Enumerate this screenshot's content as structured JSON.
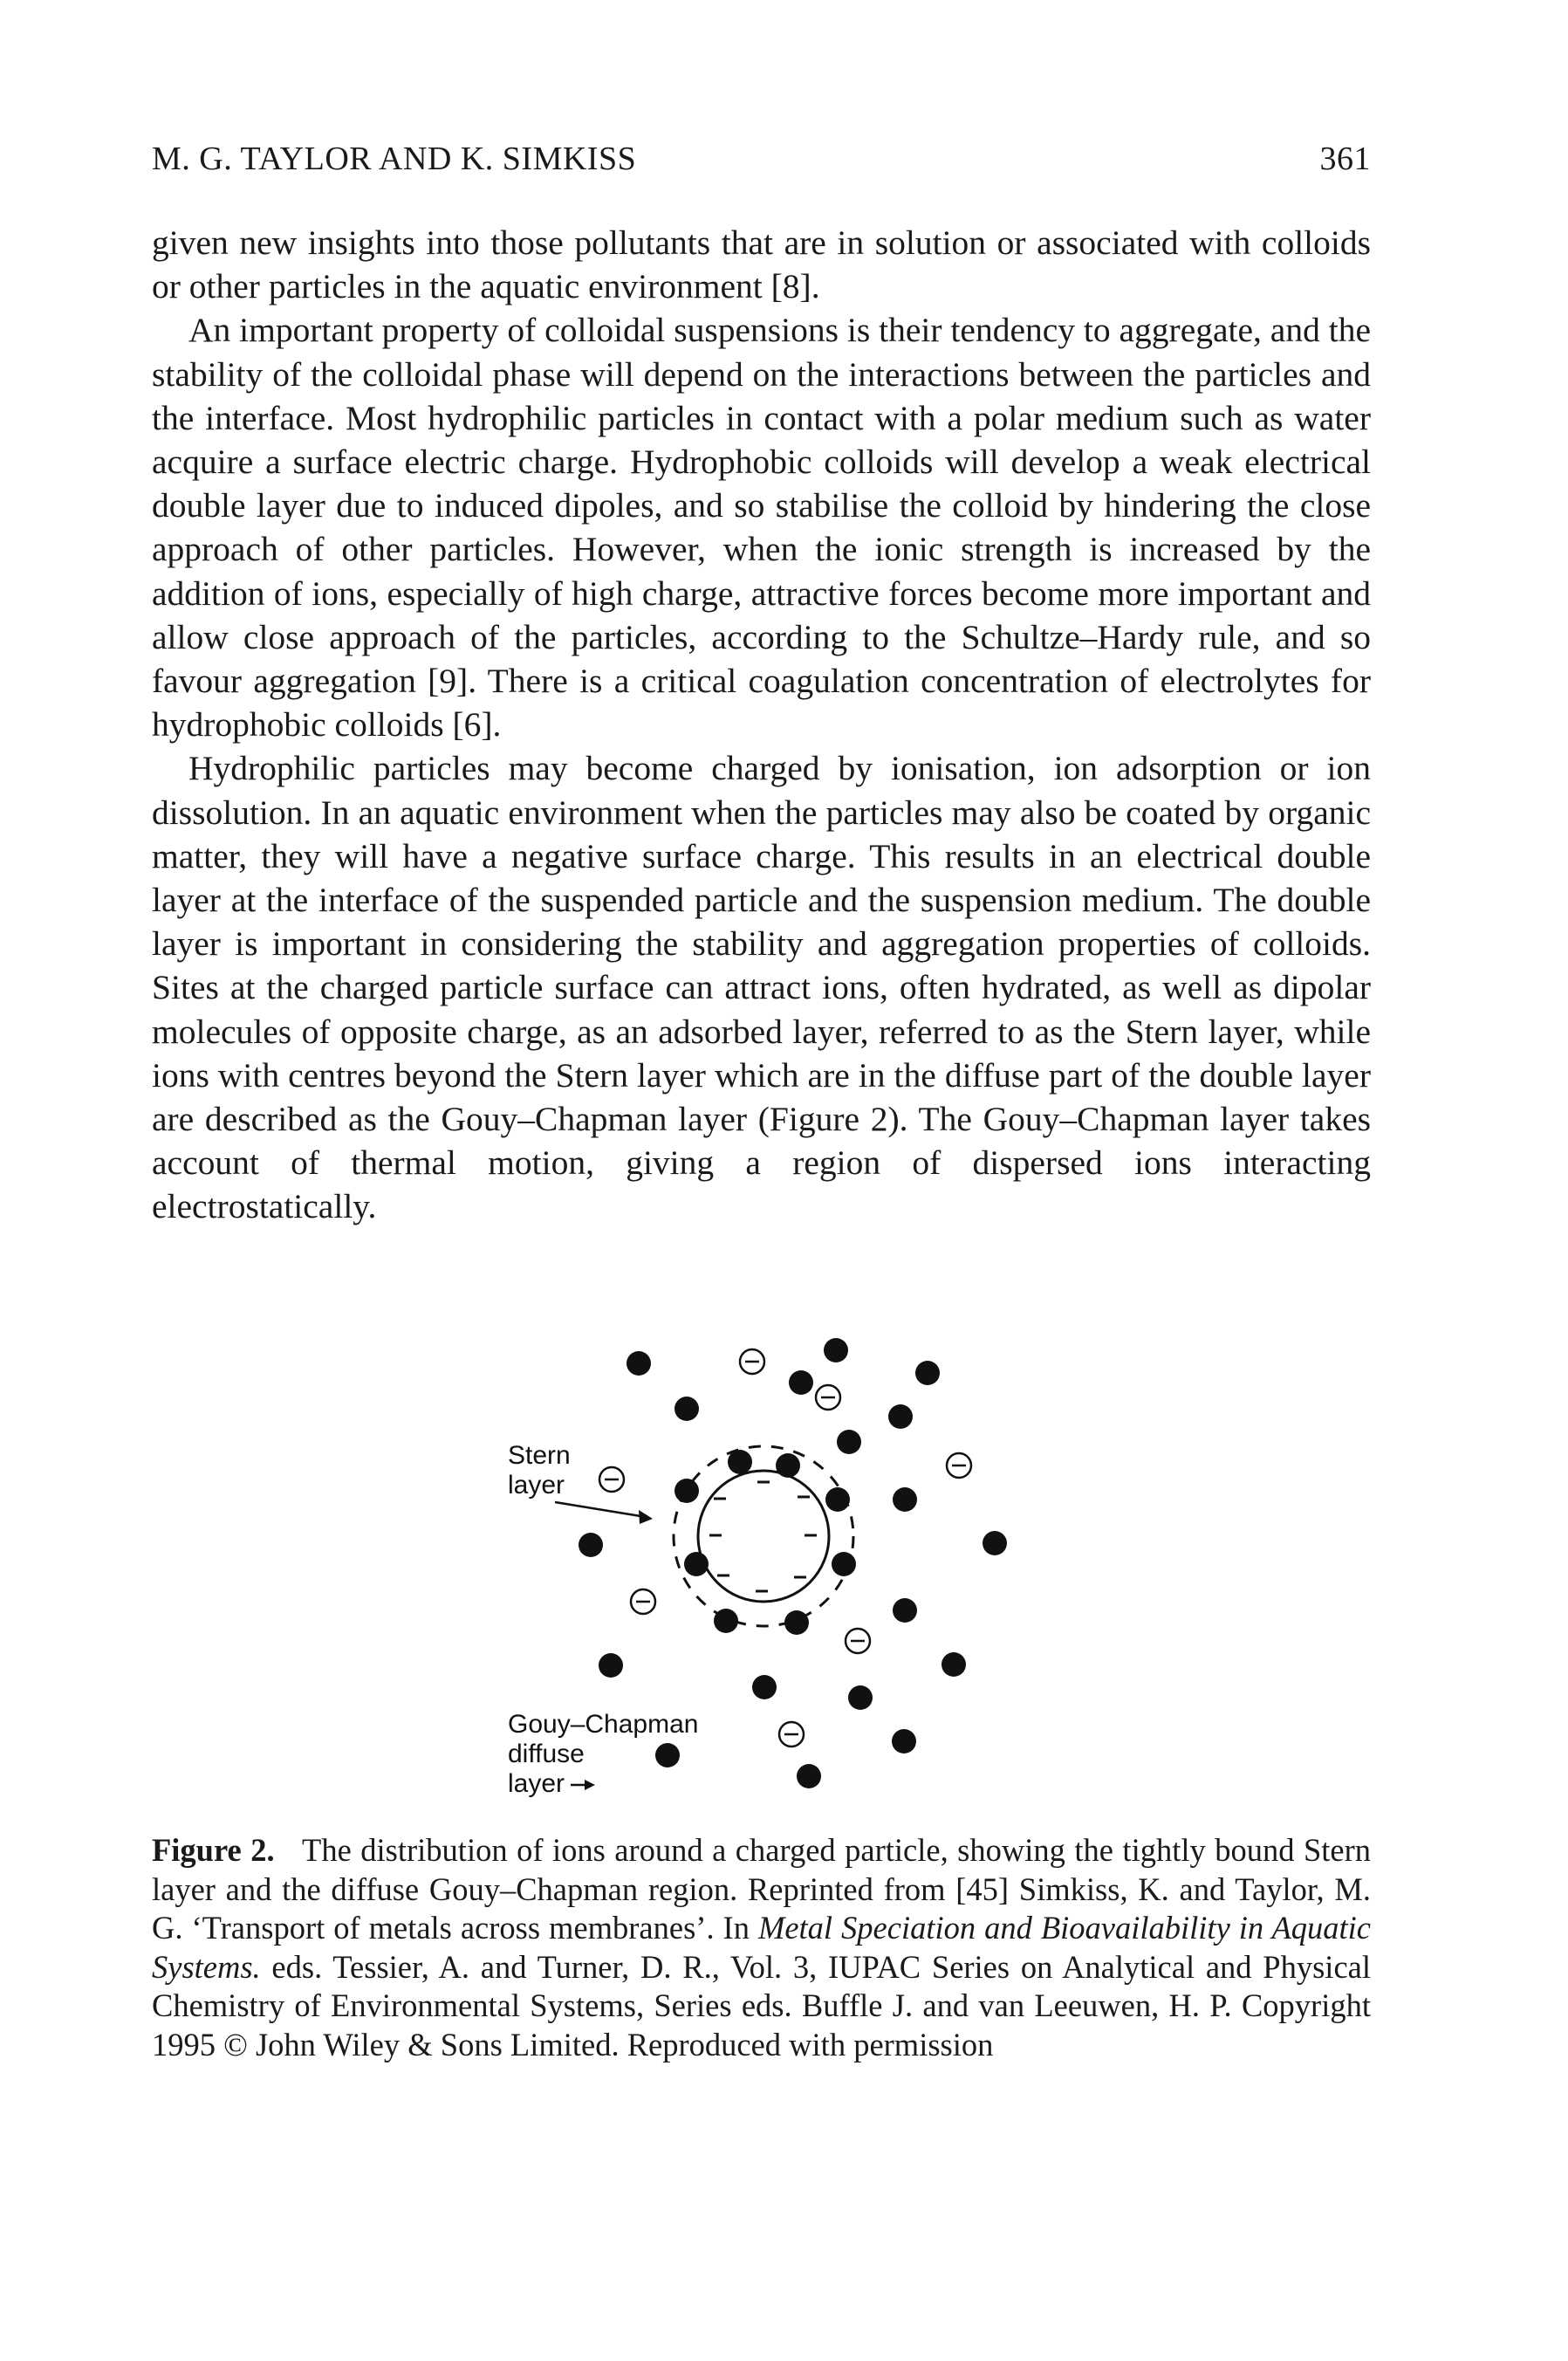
{
  "header": {
    "authors": "M. G. TAYLOR AND K. SIMKISS",
    "page_number": "361"
  },
  "body": {
    "p1": "given new insights into those pollutants that are in solution or associated with colloids or other particles in the aquatic environment [8].",
    "p2": "An important property of colloidal suspensions is their tendency to aggregate, and the stability of the colloidal phase will depend on the interactions between the particles and the interface. Most hydrophilic particles in contact with a polar medium such as water acquire a surface electric charge. Hydrophobic colloids will develop a weak electrical double layer due to induced dipoles, and so stabilise the colloid by hindering the close approach of other particles. However, when the ionic strength is increased by the addition of ions, especially of high charge, attractive forces become more important and allow close approach of the particles, according to the Schultze–Hardy rule, and so favour aggregation [9]. There is a critical coagulation concentration of electrolytes for hydrophobic colloids [6].",
    "p3": "Hydrophilic particles may become charged by ionisation, ion adsorption or ion dissolution. In an aquatic environment when the particles may also be coated by organic matter, they will have a negative surface charge. This results in an electrical double layer at the interface of the suspended particle and the suspension medium. The double layer is important in considering the stability and aggregation properties of colloids. Sites at the charged particle surface can attract ions, often hydrated, as well as dipolar molecules of opposite charge, as an adsorbed layer, referred to as the Stern layer, while ions with centres beyond the Stern layer which are in the diffuse part of the double layer are described as the Gouy–Chapman layer (Figure 2). The Gouy–Chapman layer takes account of thermal motion, giving a region of dispersed ions interacting electrostatically."
  },
  "figure": {
    "label_stern_1": "Stern",
    "label_stern_2": "layer",
    "label_gouy_1": "Gouy–Chapman",
    "label_gouy_2": "diffuse",
    "label_gouy_3": "layer",
    "minus_sign": "−"
  },
  "caption": {
    "fig_number": "Figure 2.",
    "text_1": "The distribution of ions around a charged particle, showing the tightly bound Stern layer and the diffuse Gouy–Chapman region. Reprinted from [45] Simkiss, K. and Taylor, M. G. ‘Transport of metals across membranes’. In ",
    "book_title": "Metal Speciation and Bioavailability in Aquatic Systems.",
    "text_2": " eds. Tessier, A. and Turner, D. R., Vol. 3, IUPAC Series on Analytical and Physical Chemistry of Environmental Systems, Series eds. Buffle J. and van Leeuwen, H. P. Copyright 1995 © John Wiley & Sons Limited. Reproduced with permission"
  }
}
